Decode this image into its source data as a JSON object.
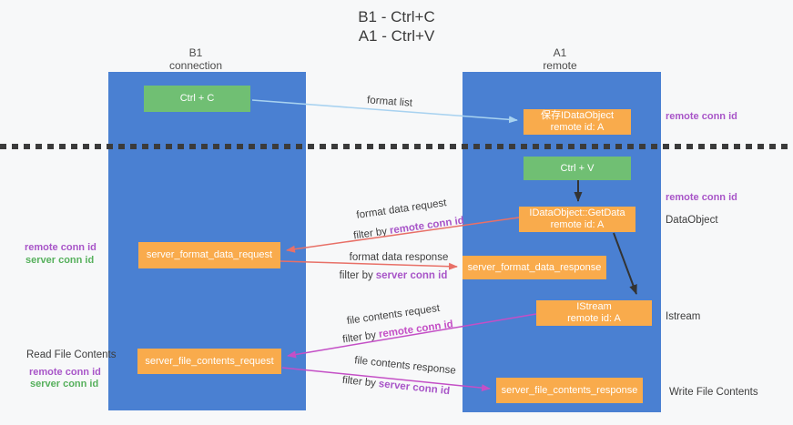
{
  "title": {
    "line1": "B1 - Ctrl+C",
    "line2": "A1 - Ctrl+V"
  },
  "lanes": {
    "left": {
      "name": "B1",
      "role": "connection"
    },
    "right": {
      "name": "A1",
      "role": "remote"
    }
  },
  "boxes": {
    "ctrl_c": {
      "label": "Ctrl + C"
    },
    "save_idataobject": {
      "line1": "保存IDataObject",
      "line2": "remote id: A"
    },
    "ctrl_v": {
      "label": "Ctrl + V"
    },
    "getdata": {
      "line1": "IDataObject::GetData",
      "line2": "remote id: A"
    },
    "server_format_data_request": {
      "label": "server_format_data_request"
    },
    "server_format_data_response": {
      "label": "server_format_data_response"
    },
    "istream": {
      "line1": "IStream",
      "line2": "remote id: A"
    },
    "server_file_contents_request": {
      "label": "server_file_contents_request"
    },
    "server_file_contents_response": {
      "label": "server_file_contents_response"
    }
  },
  "flow_labels": {
    "format_list": "format list",
    "format_data_request": "format data request",
    "format_data_response": "format data response",
    "file_contents_request": "file contents request",
    "file_contents_response": "file contents response",
    "filter_by": "filter by",
    "remote_conn_id": "remote conn id",
    "server_conn_id": "server conn id"
  },
  "side_labels": {
    "remote_conn_id": "remote conn id",
    "server_conn_id": "server conn id",
    "read_file_contents": "Read File Contents",
    "write_file_contents": "Write File Contents",
    "dataobject": "DataObject",
    "istream": "Istream"
  },
  "colors": {
    "lane_blue": "#4a80d2",
    "box_orange": "#f9ab4c",
    "box_green": "#70bf73",
    "arrow_light_blue": "#a8d2f0",
    "arrow_red": "#e87067",
    "arrow_magenta": "#c44fc6",
    "arrow_black": "#333333",
    "dashed_line": "#3b3b3b",
    "text_purple": "#a855c8",
    "text_green": "#56b05c"
  }
}
